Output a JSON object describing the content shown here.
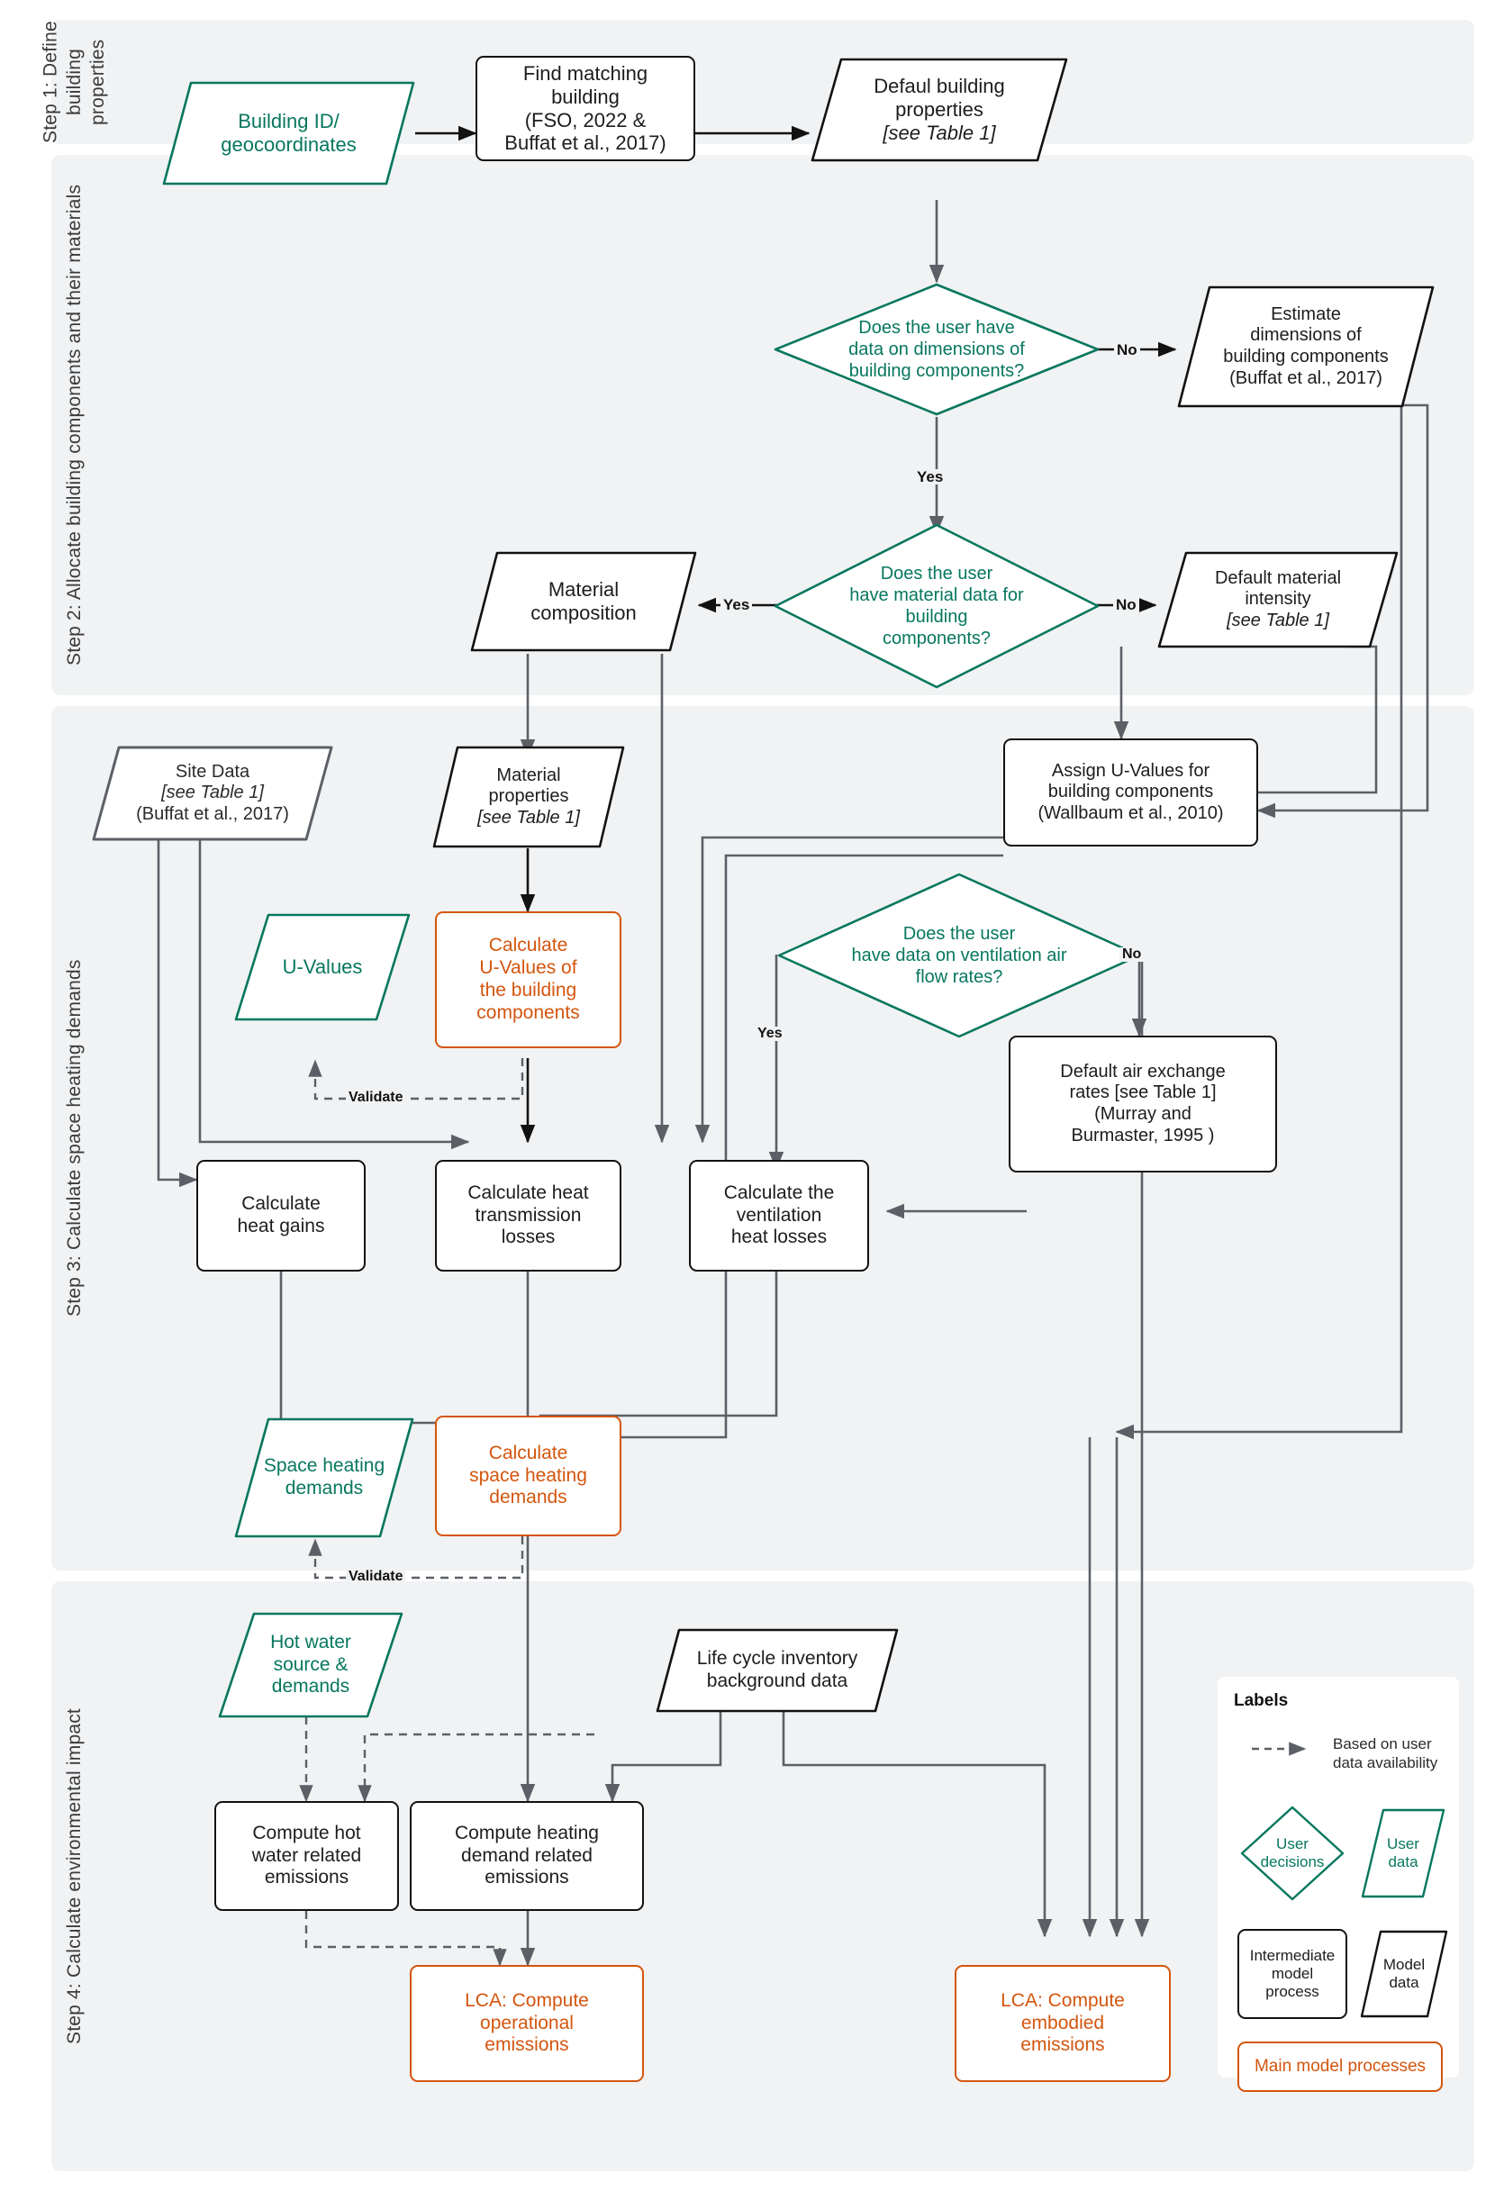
{
  "steps": [
    {
      "id": "step1",
      "label": "Step 1: Define building properties"
    },
    {
      "id": "step2",
      "label": "Step 2: Allocate building components and their materials"
    },
    {
      "id": "step3",
      "label": "Step 3: Calculate space heating demands"
    },
    {
      "id": "step4",
      "label": "Step 4: Calculate environmental impact"
    }
  ],
  "nodes": {
    "building_id": {
      "text": "Building ID/\ngeocoordinates",
      "kind": "user-data"
    },
    "find_matching": {
      "text": "Find matching\nbuilding\n(FSO, 2022 &\nBuffat et al., 2017)",
      "kind": "intermediate-process"
    },
    "default_building_props": {
      "line1": "Defaul building",
      "line2": "properties",
      "line3": "[see Table 1]",
      "kind": "model-data"
    },
    "dec_dimensions": {
      "text": "Does the user have\ndata on dimensions of\nbuilding components?",
      "kind": "user-decision"
    },
    "estimate_dimensions": {
      "text": "Estimate\ndimensions of\nbuilding components\n(Buffat et al., 2017)",
      "kind": "model-data"
    },
    "dec_material": {
      "text": "Does the user\nhave material data for\nbuilding\ncomponents?",
      "kind": "user-decision"
    },
    "material_composition": {
      "text": "Material\ncomposition",
      "kind": "model-data"
    },
    "default_material_intensity": {
      "line1": "Default material",
      "line2": "intensity",
      "line3": "[see Table 1]",
      "kind": "model-data"
    },
    "site_data": {
      "line1": "Site Data",
      "line2": "[see Table 1]",
      "line3": "(Buffat et al., 2017)",
      "kind": "model-data-grey"
    },
    "material_properties": {
      "line1": "Material",
      "line2": "properties",
      "line3": "[see Table 1]",
      "kind": "model-data"
    },
    "assign_uvalues": {
      "text": "Assign U-Values for\nbuilding components\n(Wallbaum et al., 2010)",
      "kind": "intermediate-process"
    },
    "uvalues": {
      "text": "U-Values",
      "kind": "user-data"
    },
    "calc_uvalues": {
      "text": "Calculate\nU-Values of\nthe building\ncomponents",
      "kind": "main-process"
    },
    "dec_ventilation": {
      "text": "Does the user\nhave data on ventilation air\nflow rates?",
      "kind": "user-decision"
    },
    "default_air_exchange": {
      "line1": "Default air exchange",
      "line2": "rates [see Table 1]",
      "line3": "(Murray and",
      "line4": "Burmaster, 1995 )",
      "kind": "intermediate-process"
    },
    "calc_heat_gains": {
      "text": "Calculate\nheat gains",
      "kind": "intermediate-process"
    },
    "calc_heat_transmission": {
      "text": "Calculate heat\ntransmission\nlosses",
      "kind": "intermediate-process"
    },
    "calc_ventilation_losses": {
      "text": "Calculate the\nventilation\nheat losses",
      "kind": "intermediate-process"
    },
    "space_heating_demands": {
      "text": "Space heating\ndemands",
      "kind": "user-data"
    },
    "calc_space_heating": {
      "text": "Calculate\nspace heating\ndemands",
      "kind": "main-process"
    },
    "hot_water": {
      "text": "Hot water\nsource &\ndemands",
      "kind": "user-data"
    },
    "lci_background": {
      "text": "Life cycle inventory\nbackground data",
      "kind": "model-data"
    },
    "compute_hot_water_em": {
      "text": "Compute hot\nwater related\nemissions",
      "kind": "intermediate-process"
    },
    "compute_heating_em": {
      "text": "Compute heating\ndemand related\nemissions",
      "kind": "intermediate-process"
    },
    "lca_operational": {
      "text": "LCA: Compute\noperational\nemissions",
      "kind": "main-process"
    },
    "lca_embodied": {
      "text": "LCA: Compute\nembodied\nemissions",
      "kind": "main-process"
    }
  },
  "edge_labels": {
    "no_dimensions": "No",
    "yes_dimensions": "Yes",
    "yes_material": "Yes",
    "no_material": "No",
    "yes_ventilation": "Yes",
    "no_ventilation": "No",
    "validate_uvalues": "Validate",
    "validate_space_heating": "Validate"
  },
  "legend": {
    "title": "Labels",
    "dashed_arrow_text": "Based on user\ndata availability",
    "user_decisions": "User\ndecisions",
    "user_data": "User\ndata",
    "intermediate": "Intermediate\nmodel\nprocess",
    "model_data": "Model\ndata",
    "main_processes": "Main model processes"
  },
  "colors": {
    "teal": "#07775f",
    "orange": "#d4550e",
    "black": "#121212",
    "grey": "#5c6066",
    "band": "#f0f2f4"
  }
}
